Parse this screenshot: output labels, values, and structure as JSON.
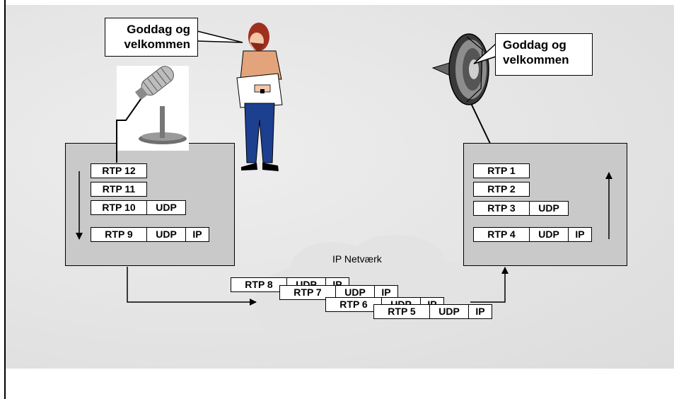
{
  "sender": {
    "speech": [
      "Goddag og",
      "velkommen"
    ],
    "stack": [
      [
        "RTP 12"
      ],
      [
        "RTP 11"
      ],
      [
        "RTP 10",
        "UDP"
      ],
      [
        "RTP 9",
        "UDP",
        "IP"
      ]
    ]
  },
  "receiver": {
    "speech": [
      "Goddag og",
      "velkommen"
    ],
    "stack": [
      [
        "RTP 1"
      ],
      [
        "RTP 2"
      ],
      [
        "RTP 3",
        "UDP"
      ],
      [
        "RTP 4",
        "UDP",
        "IP"
      ]
    ]
  },
  "network": {
    "label": "IP Netværk",
    "packets": [
      [
        "RTP 8",
        "UDP",
        "IP"
      ],
      [
        "RTP 7",
        "UDP",
        "IP"
      ],
      [
        "RTP 6",
        "UDP",
        "IP"
      ],
      [
        "RTP 5",
        "UDP",
        "IP"
      ]
    ]
  }
}
